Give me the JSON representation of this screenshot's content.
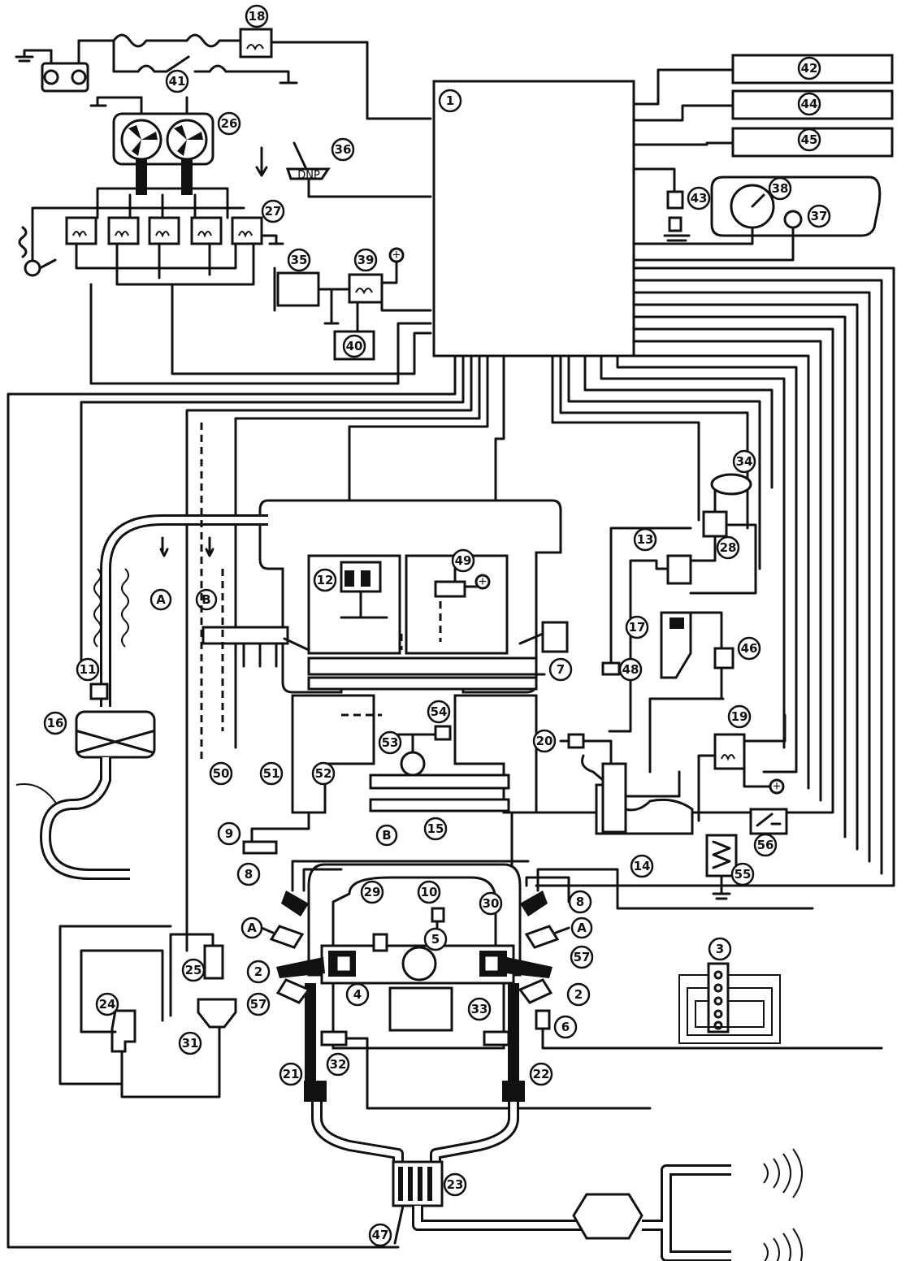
{
  "diagram": {
    "callouts": {
      "n1": "1",
      "n2": "2",
      "n3": "3",
      "n4": "4",
      "n5": "5",
      "n6": "6",
      "n7": "7",
      "n8": "8",
      "n9": "9",
      "n10": "10",
      "n11": "11",
      "n12": "12",
      "n13": "13",
      "n14": "14",
      "n15": "15",
      "n16": "16",
      "n17": "17",
      "n18": "18",
      "n19": "19",
      "n20": "20",
      "n21": "21",
      "n22": "22",
      "n23": "23",
      "n24": "24",
      "n25": "25",
      "n26": "26",
      "n27": "27",
      "n28": "28",
      "n29": "29",
      "n30": "30",
      "n31": "31",
      "n32": "32",
      "n33": "33",
      "n34": "34",
      "n35": "35",
      "n36": "36",
      "n37": "37",
      "n38": "38",
      "n39": "39",
      "n40": "40",
      "n41": "41",
      "n42": "42",
      "n43": "43",
      "n44": "44",
      "n45": "45",
      "n46": "46",
      "n47": "47",
      "n48": "48",
      "n49": "49",
      "n50": "50",
      "n51": "51",
      "n52": "52",
      "n53": "53",
      "n54": "54",
      "n55": "55",
      "n56": "56",
      "n57": "57"
    },
    "port_labels": {
      "a": "A",
      "b": "B"
    },
    "shifter_text": "DNP",
    "symbols": {
      "plus": "+",
      "minus": "−"
    },
    "icons": [
      "fan-icon",
      "battery-icon",
      "ground-icon",
      "relay-icon",
      "fuse-icon",
      "gauge-icon",
      "muffler-icon"
    ]
  }
}
